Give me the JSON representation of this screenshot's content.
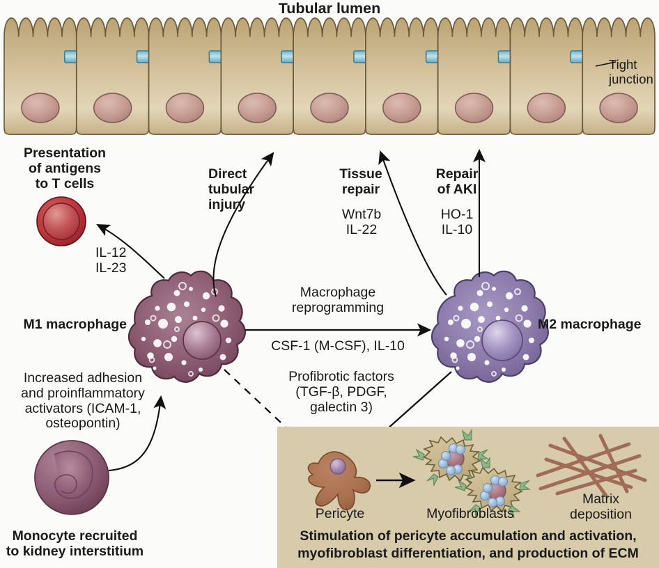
{
  "figure": {
    "title": "Tubular lumen",
    "background_color": "#fbfbfa"
  },
  "epithelium": {
    "label_tight_junction": "Tight junction",
    "cell_count": 9,
    "cell_fill": "#c9b68d",
    "nucleus_fill": "#c2998e",
    "tight_junction_fill": "#8fc6d4"
  },
  "labels": {
    "presentation": "Presentation\nof antigens\nto T cells",
    "presentation_lines": [
      "Presentation",
      "of antigens",
      "to T cells"
    ],
    "il_12_23": [
      "IL-12",
      "IL-23"
    ],
    "m1_macrophage": "M1 macrophage",
    "m2_macrophage": "M2 macrophage",
    "direct_tubular_injury": [
      "Direct",
      "tubular",
      "injury"
    ],
    "tissue_repair": [
      "Tissue",
      "repair"
    ],
    "tissue_repair_factors": [
      "Wnt7b",
      "IL-22"
    ],
    "repair_of_aki": [
      "Repair",
      "of AKI"
    ],
    "repair_of_aki_factors": [
      "HO-1",
      "IL-10"
    ],
    "macrophage_reprogramming": [
      "Macrophage",
      "reprogramming"
    ],
    "reprogramming_factors": "CSF-1 (M-CSF), IL-10",
    "profibrotic_factors": [
      "Profibrotic factors",
      "(TGF-β, PDGF,",
      "galectin 3)"
    ],
    "increased_adhesion": [
      "Increased adhesion",
      "and proinflammatory",
      "activators (ICAM-1,",
      "osteopontin)"
    ],
    "monocyte_recruited": [
      "Monocyte recruited",
      "to kidney interstitium"
    ]
  },
  "fibrosis_box": {
    "background_color": "#d8cbab",
    "pericyte_label": "Pericyte",
    "myofibroblasts_label": "Myofibroblasts",
    "matrix_deposition_label": [
      "Matrix",
      "deposition"
    ],
    "caption": [
      "Stimulation of pericyte accumulation and activation,",
      "myofibroblast differentiation, and production of ECM"
    ],
    "pericyte_fill": "#a9704f",
    "myofibroblast_fill": "#cbbb92",
    "matrix_fiber_color": "#9c6450"
  },
  "cells": {
    "t_cell": {
      "name": "T cell",
      "fill": "#b8333a"
    },
    "m1": {
      "name": "M1 macrophage",
      "fill": "#8d5d74"
    },
    "m2": {
      "name": "M2 macrophage",
      "fill": "#8d7bab"
    },
    "monocyte": {
      "name": "Monocyte",
      "fill": "#8d5d74"
    }
  }
}
